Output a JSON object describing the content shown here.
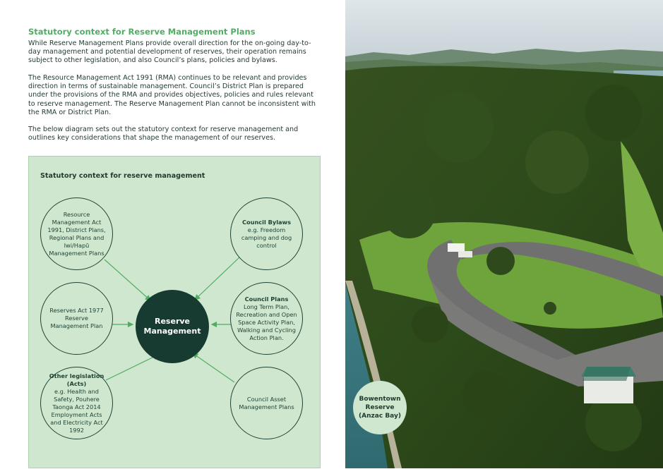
{
  "page": {
    "heading": "Statutory context for Reserve Management Plans",
    "paragraph_1": "While Reserve Management Plans provide overall direction for the on-going day-to-day management and potential development of reserves, their operation remains subject to other legislation, and also Council’s plans, policies and bylaws.",
    "paragraph_2": "The Resource Management Act 1991 (RMA) continues to be relevant and provides direction in terms of sustainable management. Council’s District Plan is prepared under the provisions of the RMA and provides objectives, policies and rules relevant to reserve management. The Reserve Management Plan cannot be inconsistent with the RMA or District Plan.",
    "paragraph_3": "The below diagram sets out the statutory context for reserve management and outlines key considerations that shape the management of our reserves."
  },
  "diagram": {
    "title": "Statutory context for reserve management",
    "center": "Reserve Management",
    "nodes": {
      "rma": {
        "text": "Resource Management Act 1991, District Plans, Regional Plans and Iwi/Hapū Management Plans"
      },
      "reserves_act": {
        "text": "Reserves Act 1977 Reserve Management Plan"
      },
      "other_legislation": {
        "title": "Other legislation (Acts)",
        "text": "e.g. Health and Safety, Pouhere Taonga Act 2014 Employment Acts and Electricity Act 1992"
      },
      "bylaws": {
        "title": "Council Bylaws",
        "text": "e.g. Freedom camping and dog control"
      },
      "council_plans": {
        "title": "Council Plans",
        "text": "Long Term Plan, Recreation and Open Space Activity Plan, Walking and Cycling Action Plan."
      },
      "asset_plans": {
        "text": "Council Asset Management Plans"
      }
    }
  },
  "photo": {
    "caption": "Bowentown Reserve (Anzac Bay)"
  },
  "colors": {
    "heading_green": "#4fae63",
    "diagram_bg": "#cfe6cf",
    "center_fill": "#173b30",
    "arrow": "#4fae63"
  }
}
